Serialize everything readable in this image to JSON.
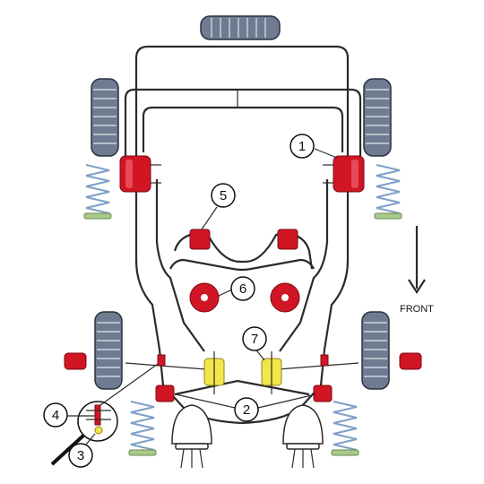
{
  "callouts": {
    "c1": "1",
    "c2": "2",
    "c3": "3",
    "c4": "4",
    "c5": "5",
    "c6": "6",
    "c7": "7"
  },
  "front_label": "FRONT",
  "colors": {
    "bush": "#d01525",
    "bush_yellow": "#f2e64a",
    "tyre": "#6e7b90",
    "spring": "#7fa0c8",
    "spring_seat": "#a9c98a"
  }
}
